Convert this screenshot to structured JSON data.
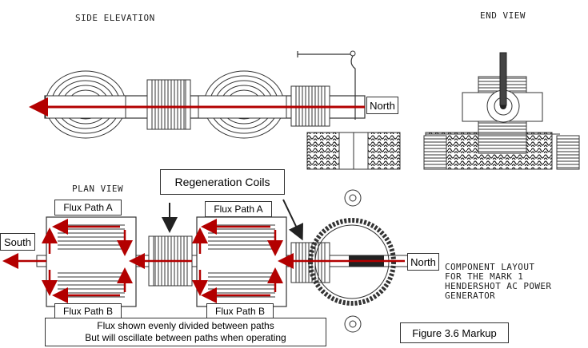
{
  "labels": {
    "side_elevation": "SIDE ELEVATION",
    "end_view": "END VIEW",
    "plan_view": "PLAN VIEW",
    "regeneration_coils": "Regeneration Coils",
    "north_top": "North",
    "north_plan": "North",
    "south": "South",
    "flux_a_left": "Flux Path A",
    "flux_a_right": "Flux Path A",
    "flux_b_left": "Flux Path B",
    "flux_b_right": "Flux Path B",
    "flux_note_line1": "Flux shown evenly divided between paths",
    "flux_note_line2": "But will oscillate between paths when operating",
    "figure_caption": "Figure 3.6 Markup",
    "component_line1": "COMPONENT LAYOUT",
    "component_line2": "FOR THE MARK 1",
    "component_line3": "HENDERSHOT AC POWER",
    "component_line4": "GENERATOR"
  },
  "colors": {
    "flux_arrow": "#b30000",
    "line": "#333333",
    "black_arrow": "#222222"
  }
}
